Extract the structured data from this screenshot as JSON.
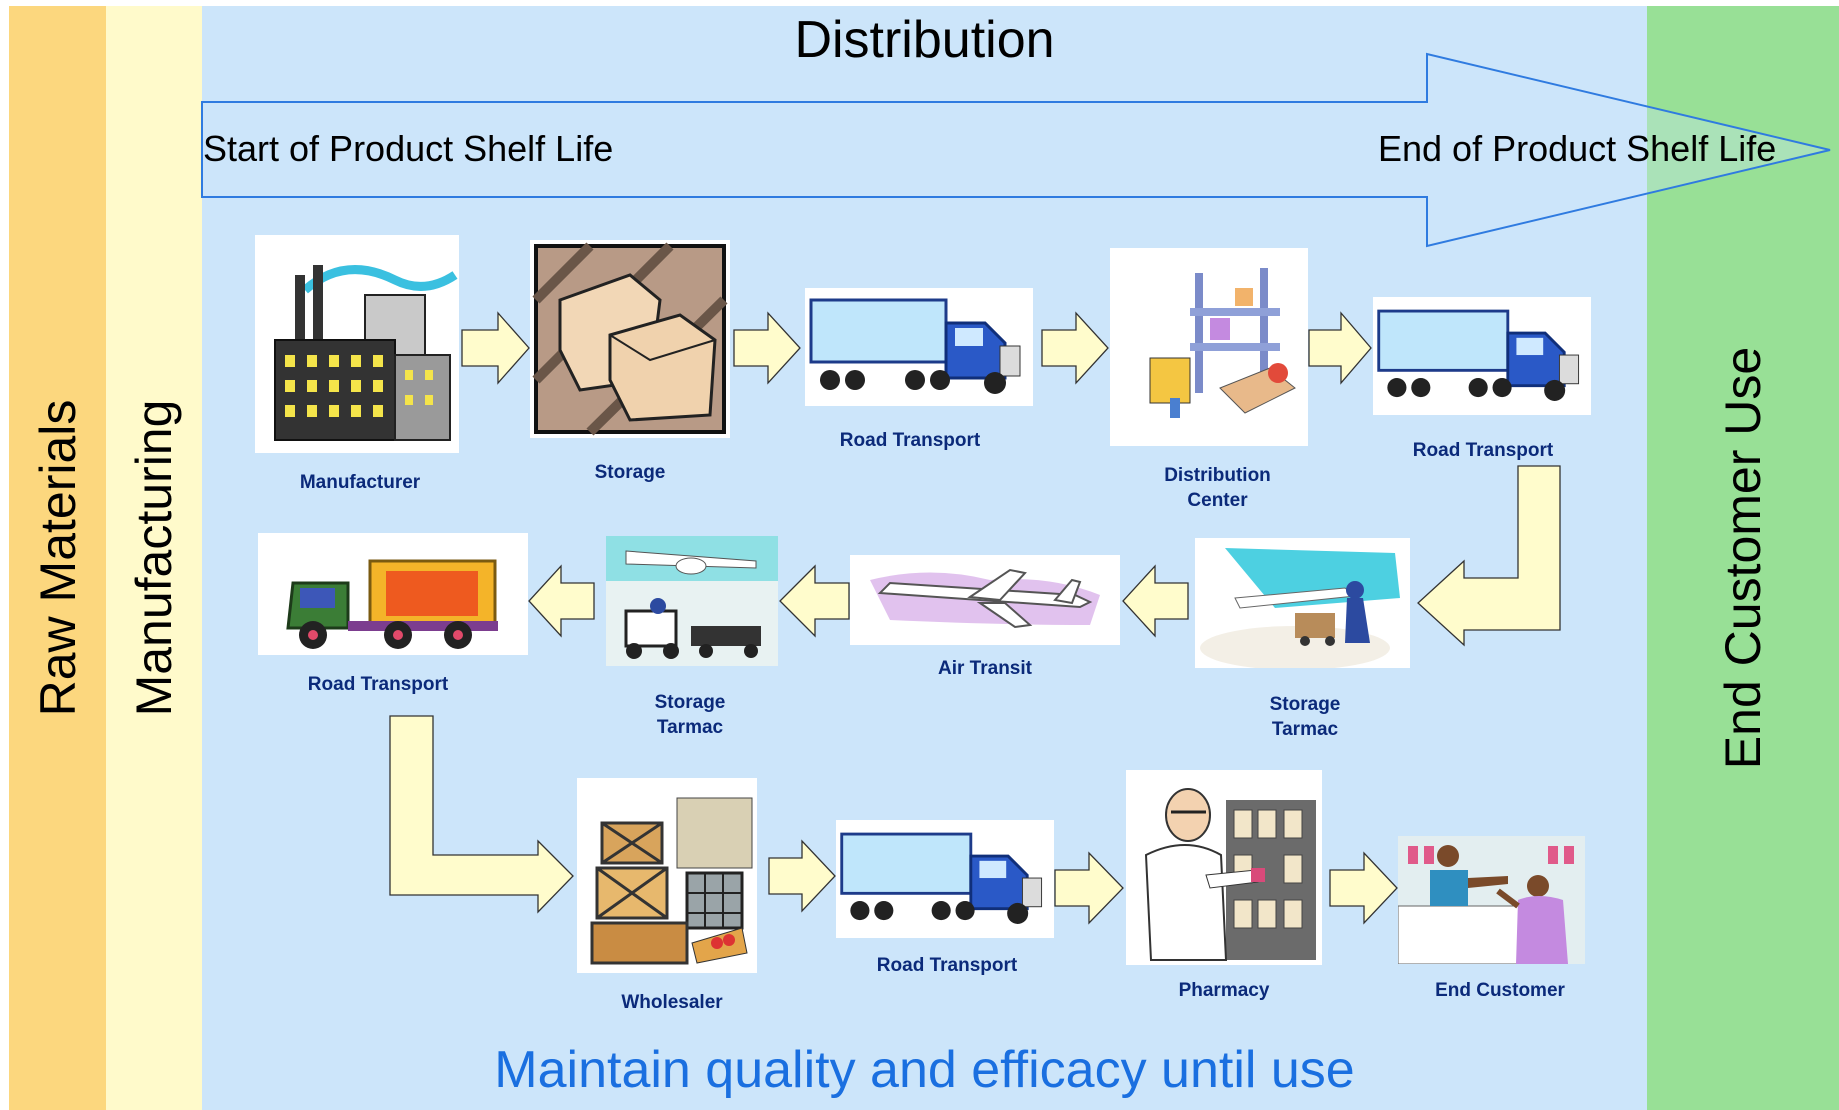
{
  "stages": {
    "raw_materials": "Raw Materials",
    "manufacturing": "Manufacturing",
    "distribution": "Distribution",
    "end_customer_use": "End Customer Use"
  },
  "shelf_life": {
    "start": "Start of Product Shelf Life",
    "end": "End of Product Shelf Life"
  },
  "tagline": "Maintain quality and efficacy until use",
  "steps": {
    "manufacturer": "Manufacturer",
    "storage_1": "Storage",
    "road_transport_1": "Road Transport",
    "distribution_center": "Distribution\nCenter",
    "road_transport_2": "Road Transport",
    "storage_tarmac_1": "Storage\nTarmac",
    "air_transit": "Air Transit",
    "storage_tarmac_2": "Storage\nTarmac",
    "road_transport_3": "Road Transport",
    "wholesaler": "Wholesaler",
    "road_transport_4": "Road Transport",
    "pharmacy": "Pharmacy",
    "end_customer": "End Customer"
  },
  "icons": {
    "manufacturer": "factory-icon",
    "storage": "boxes-icon",
    "road_transport": "truck-icon",
    "distribution_center": "warehouse-icon",
    "storage_tarmac": "airport-cart-icon",
    "air_transit": "airplane-icon",
    "road_transport_3": "lorry-icon",
    "wholesaler": "crates-icon",
    "pharmacy": "pharmacist-icon",
    "end_customer": "shop-counter-icon"
  },
  "colors": {
    "raw_materials_band": "#fcd77e",
    "manufacturing_band": "#fffacb",
    "distribution_band": "#cce5fa",
    "end_use_band": "#98e096",
    "step_arrow_fill": "#fffccc",
    "caption_text": "#0b2a7a",
    "tagline_text": "#1a6fe0"
  }
}
